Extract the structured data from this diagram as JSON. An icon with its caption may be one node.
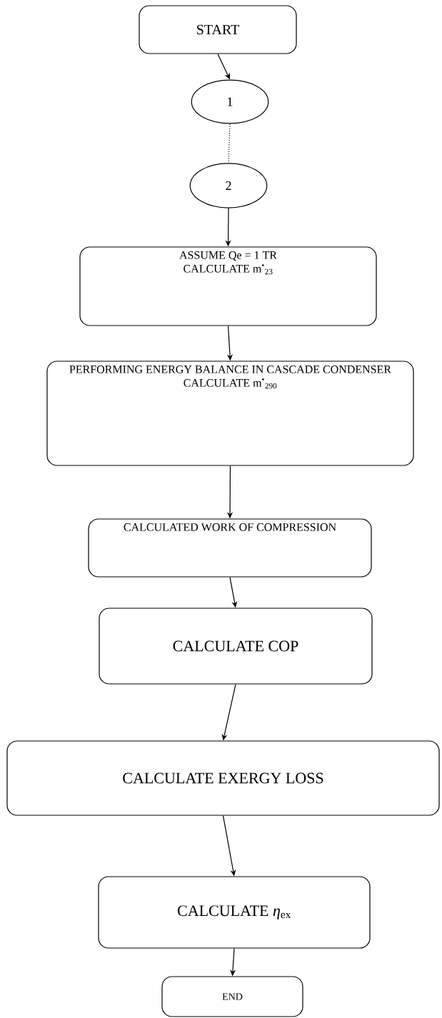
{
  "diagram": {
    "nodes": [
      {
        "text": [
          "START"
        ]
      },
      {
        "text": [
          "1"
        ]
      },
      {
        "text": [
          "2"
        ]
      },
      {
        "text": [
          "ASSUME Qe = 1 TR",
          "CALCULATE m$^{•}$$_{23}$"
        ]
      },
      {
        "text": [
          "PERFORMING ENERGY BALANCE IN CASCADE CONDENSER CALCULATE m$^{•}$$_{290}$"
        ]
      },
      {
        "text": [
          "CALCULATED WORK OF COMPRESSION"
        ]
      },
      {
        "text": [
          "CALCULATE COP"
        ]
      },
      {
        "text": [
          "CALCULATE EXERGY LOSS"
        ]
      },
      {
        "text": [
          "CALCULATE *η*$_{ex}$"
        ]
      },
      {
        "text": [
          "END"
        ]
      }
    ],
    "edges": [
      {
        "from": 0,
        "to": 1,
        "arrow": "to"
      },
      {
        "from": 1,
        "to": 2,
        "arrow": "none",
        "style": "dashed"
      },
      {
        "from": 2,
        "to": 3,
        "arrow": "to"
      },
      {
        "from": 3,
        "to": 4,
        "arrow": "to"
      },
      {
        "from": 4,
        "to": 5,
        "arrow": "to"
      },
      {
        "from": 5,
        "to": 6,
        "arrow": "to"
      },
      {
        "from": 6,
        "to": 7,
        "arrow": "to"
      },
      {
        "from": 7,
        "to": 8,
        "arrow": "to"
      },
      {
        "from": 8,
        "to": 9,
        "arrow": "to"
      }
    ]
  }
}
